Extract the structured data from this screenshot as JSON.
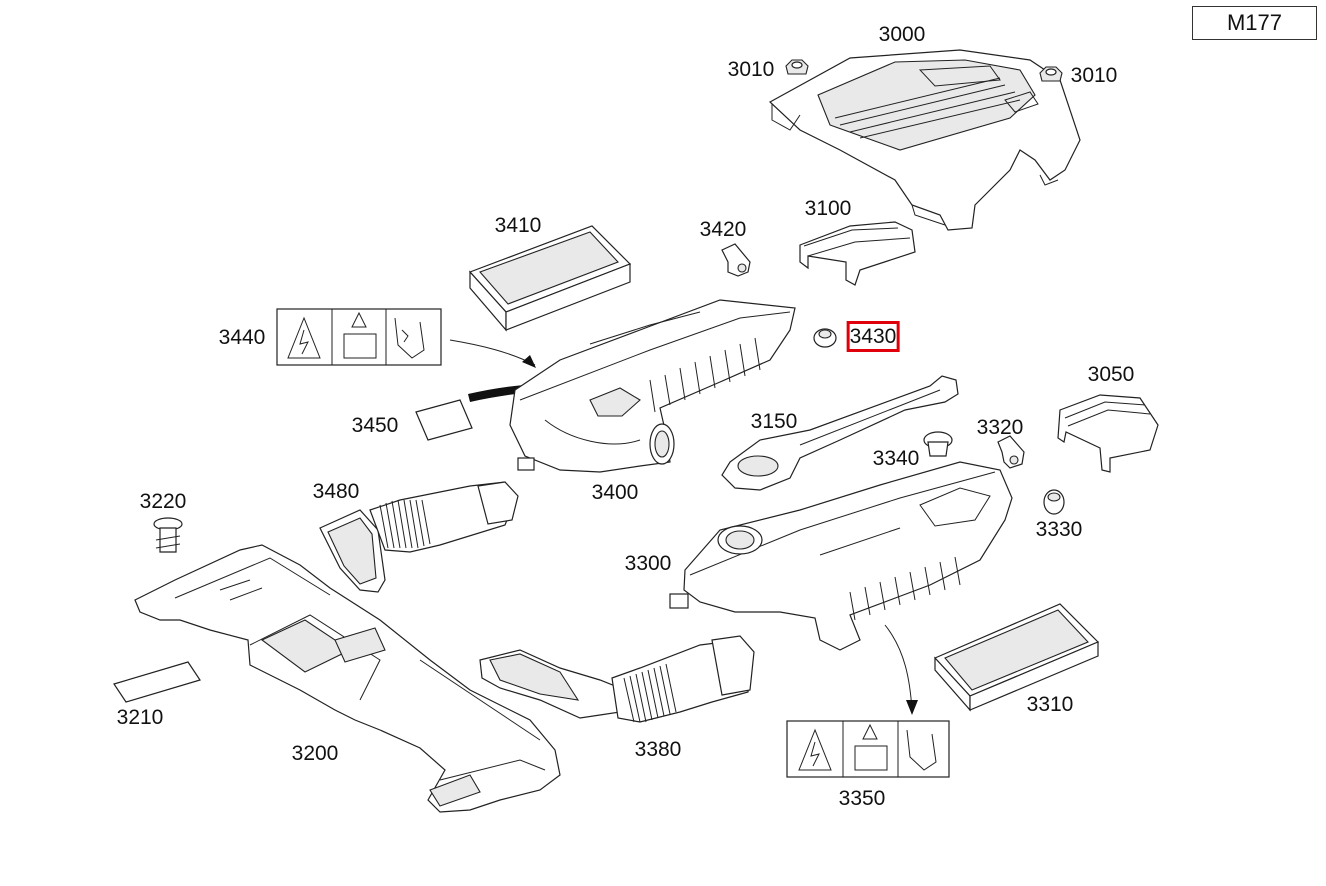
{
  "model_code": "M177",
  "highlighted_part": "3430",
  "colors": {
    "highlight": "#e0000b",
    "line": "#222222",
    "background": "#ffffff"
  },
  "parts": [
    {
      "number": "3000"
    },
    {
      "number": "3010"
    },
    {
      "number": "3010"
    },
    {
      "number": "3100"
    },
    {
      "number": "3410"
    },
    {
      "number": "3420"
    },
    {
      "number": "3430"
    },
    {
      "number": "3440"
    },
    {
      "number": "3450"
    },
    {
      "number": "3400"
    },
    {
      "number": "3150"
    },
    {
      "number": "3050"
    },
    {
      "number": "3320"
    },
    {
      "number": "3340"
    },
    {
      "number": "3330"
    },
    {
      "number": "3480"
    },
    {
      "number": "3220"
    },
    {
      "number": "3300"
    },
    {
      "number": "3210"
    },
    {
      "number": "3200"
    },
    {
      "number": "3380"
    },
    {
      "number": "3310"
    },
    {
      "number": "3350"
    }
  ]
}
